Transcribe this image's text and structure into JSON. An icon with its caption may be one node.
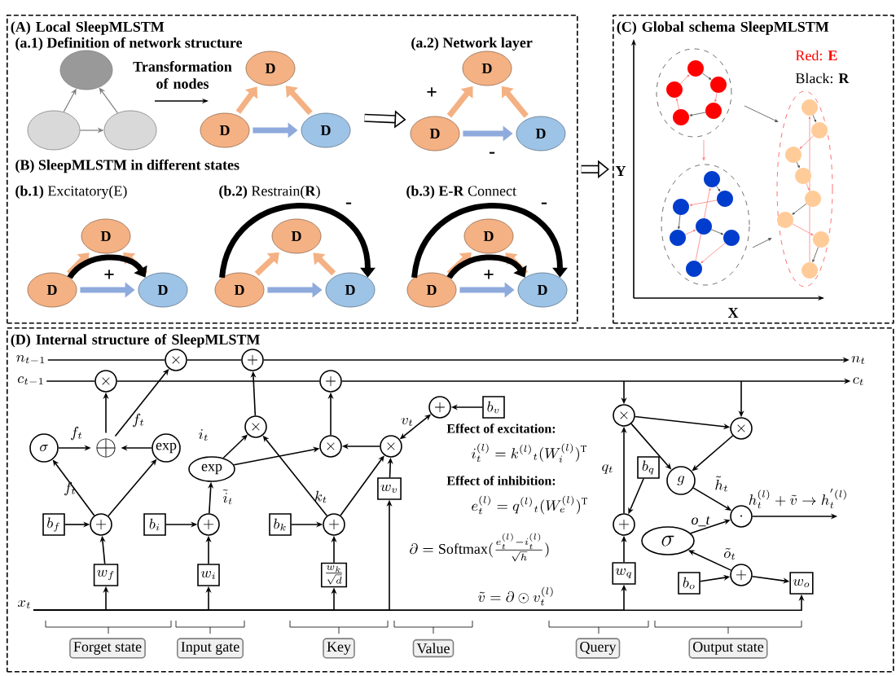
{
  "diagram": {
    "nodes": [
      {
        "text": [
          "(A) Local SleepMLSTM"
        ]
      },
      {
        "text": [],
        "shape": "circle",
        "in": 0
      },
      {
        "text": [],
        "shape": "circle",
        "in": 0
      },
      {
        "text": [],
        "shape": "circle",
        "in": 0
      },
      {
        "text": [
          "D"
        ],
        "in": 0
      },
      {
        "text": [
          "D"
        ],
        "in": 0
      },
      {
        "text": [
          "D"
        ],
        "in": 0
      },
      {
        "text": [
          "D"
        ],
        "in": 0
      },
      {
        "text": [
          "D"
        ],
        "in": 0
      },
      {
        "text": [
          "D"
        ],
        "in": 0
      },
      {
        "text": [
          "D"
        ],
        "in": 0
      },
      {
        "text": [
          "D"
        ],
        "in": 0
      },
      {
        "text": [
          "D"
        ],
        "in": 0
      },
      {
        "text": [
          "D"
        ],
        "in": 0
      },
      {
        "text": [
          "D"
        ],
        "in": 0
      },
      {
        "text": [
          "D"
        ],
        "in": 0
      },
      {
        "text": [
          "D"
        ],
        "in": 0
      },
      {
        "text": [
          "D"
        ],
        "in": 0
      },
      {
        "text": [
          "D"
        ],
        "in": 0
      },
      {
        "text": [
          "(C) Global schema SleepMLSTM"
        ]
      },
      {
        "text": [
          "(D) Internal structure of SleepMLSTM"
        ]
      },
      {
        "text": [
          "n_{t-1}"
        ],
        "in": 20
      },
      {
        "text": [
          "c_{t-1}"
        ],
        "in": 20
      },
      {
        "text": [
          "\\times"
        ],
        "in": 20
      },
      {
        "text": [
          "+"
        ],
        "in": 20
      },
      {
        "text": [
          "\\times"
        ],
        "in": 20
      },
      {
        "text": [
          "+"
        ],
        "in": 20
      },
      {
        "text": [
          "n_t"
        ],
        "in": 20
      },
      {
        "text": [
          "c_t"
        ],
        "in": 20
      },
      {
        "text": [
          "\\sigma"
        ],
        "in": 20
      },
      {
        "text": [
          "\\oplus"
        ],
        "in": 20
      },
      {
        "text": [
          "exp"
        ],
        "in": 20
      },
      {
        "text": [
          "b_f"
        ],
        "in": 20
      },
      {
        "text": [
          "+"
        ],
        "in": 20
      },
      {
        "text": [
          "w_f"
        ],
        "in": 20
      },
      {
        "text": [
          "exp"
        ],
        "in": 20
      },
      {
        "text": [
          "b_i"
        ],
        "in": 20
      },
      {
        "text": [
          "+"
        ],
        "in": 20
      },
      {
        "text": [
          "w_i"
        ],
        "in": 20
      },
      {
        "text": [
          "\\times"
        ],
        "in": 20
      },
      {
        "text": [
          "\\times"
        ],
        "in": 20
      },
      {
        "text": [
          "\\times"
        ],
        "in": 20
      },
      {
        "text": [
          "b_k"
        ],
        "in": 20
      },
      {
        "text": [
          "+"
        ],
        "in": 20
      },
      {
        "text": [
          "\\frac{w_k}{\\sqrt{d}}"
        ],
        "in": 20
      },
      {
        "text": [
          "w_v"
        ],
        "in": 20
      },
      {
        "text": [
          "+"
        ],
        "in": 20
      },
      {
        "text": [
          "b_v"
        ],
        "in": 20
      },
      {
        "text": [
          "\\times"
        ],
        "in": 20
      },
      {
        "text": [
          "b_q"
        ],
        "in": 20
      },
      {
        "text": [
          "+"
        ],
        "in": 20
      },
      {
        "text": [
          "w_q"
        ],
        "in": 20
      },
      {
        "text": [
          "\\times"
        ],
        "in": 20
      },
      {
        "text": [
          "g"
        ],
        "in": 20
      },
      {
        "text": [
          "\\cdot"
        ],
        "in": 20
      },
      {
        "text": [
          "\\sigma"
        ],
        "in": 20
      },
      {
        "text": [
          "+"
        ],
        "in": 20
      },
      {
        "text": [
          "b_o"
        ],
        "in": 20
      },
      {
        "text": [
          "w_o"
        ],
        "in": 20
      },
      {
        "text": [
          "x_t"
        ],
        "in": 20
      },
      {
        "text": [
          "Forget state"
        ],
        "in": 20
      },
      {
        "text": [
          "Input gate"
        ],
        "in": 20
      },
      {
        "text": [
          "Key"
        ],
        "in": 20
      },
      {
        "text": [
          "Value"
        ],
        "in": 20
      },
      {
        "text": [
          "Query"
        ],
        "in": 20
      },
      {
        "text": [
          "Output state"
        ],
        "in": 20
      }
    ],
    "edges": [
      {
        "from": 2,
        "to": 1,
        "arrow": "to",
        "color": "#7f7f7f"
      },
      {
        "from": 3,
        "to": 1,
        "arrow": "to",
        "color": "#7f7f7f"
      },
      {
        "from": 2,
        "to": 3,
        "arrow": "to",
        "color": "#7f7f7f"
      },
      {
        "from": 5,
        "to": 4,
        "arrow": "to",
        "style": "thick",
        "color": "#f4b183"
      },
      {
        "from": 6,
        "to": 4,
        "arrow": "to",
        "style": "thick",
        "color": "#f4b183"
      },
      {
        "from": 5,
        "to": 6,
        "arrow": "to",
        "style": "thick",
        "color": "#8faadc"
      },
      {
        "from": 8,
        "to": 7,
        "arrow": "to",
        "style": "thick",
        "color": "#f4b183",
        "label": "+"
      },
      {
        "from": 9,
        "to": 7,
        "arrow": "to",
        "style": "thick",
        "color": "#f4b183"
      },
      {
        "from": 8,
        "to": 9,
        "arrow": "to",
        "style": "thick",
        "color": "#8faadc",
        "label": "-"
      },
      {
        "from": 11,
        "to": 10,
        "arrow": "to",
        "style": "thick",
        "color": "#f4b183"
      },
      {
        "from": 12,
        "to": 10,
        "arrow": "to",
        "style": "thick",
        "color": "#f4b183"
      },
      {
        "from": 11,
        "to": 12,
        "arrow": "to",
        "style": "thick",
        "color": "#8faadc"
      },
      {
        "from": 11,
        "to": 12,
        "arrow": "to",
        "style": "thick",
        "label": "+"
      },
      {
        "from": 14,
        "to": 13,
        "arrow": "to",
        "style": "thick",
        "color": "#f4b183"
      },
      {
        "from": 15,
        "to": 13,
        "arrow": "to",
        "style": "thick",
        "color": "#f4b183"
      },
      {
        "from": 14,
        "to": 15,
        "arrow": "to",
        "style": "thick",
        "color": "#8faadc"
      },
      {
        "from": 14,
        "to": 15,
        "arrow": "to",
        "style": "thick",
        "label": "-"
      },
      {
        "from": 17,
        "to": 16,
        "arrow": "to",
        "style": "thick",
        "color": "#f4b183"
      },
      {
        "from": 18,
        "to": 16,
        "arrow": "to",
        "style": "thick",
        "color": "#f4b183"
      },
      {
        "from": 17,
        "to": 18,
        "arrow": "to",
        "style": "thick",
        "color": "#8faadc"
      },
      {
        "from": 17,
        "to": 18,
        "arrow": "to",
        "style": "thick",
        "label": "-"
      },
      {
        "from": 17,
        "to": 18,
        "arrow": "to",
        "style": "thick",
        "label": "+"
      },
      {
        "from": 21,
        "to": 23,
        "arrow": "none"
      },
      {
        "from": 23,
        "to": 24,
        "arrow": "none"
      },
      {
        "from": 24,
        "to": 27,
        "arrow": "to"
      },
      {
        "from": 22,
        "to": 25,
        "arrow": "none"
      },
      {
        "from": 25,
        "to": 26,
        "arrow": "none"
      },
      {
        "from": 26,
        "to": 28,
        "arrow": "to"
      },
      {
        "from": 30,
        "to": 25,
        "arrow": "to"
      },
      {
        "from": 30,
        "to": 23,
        "arrow": "to",
        "label": "f_t"
      },
      {
        "from": 29,
        "to": 30,
        "arrow": "to",
        "label": "f_t"
      },
      {
        "from": 31,
        "to": 30,
        "arrow": "to"
      },
      {
        "from": 33,
        "to": 29,
        "arrow": "to",
        "label": "f_t"
      },
      {
        "from": 33,
        "to": 31,
        "arrow": "to"
      },
      {
        "from": 32,
        "to": 33,
        "arrow": "to"
      },
      {
        "from": 34,
        "to": 33,
        "arrow": "to"
      },
      {
        "from": 36,
        "to": 37,
        "arrow": "to"
      },
      {
        "from": 38,
        "to": 37,
        "arrow": "to"
      },
      {
        "from": 37,
        "to": 35,
        "arrow": "to",
        "label": "\\tilde{i}_t"
      },
      {
        "from": 35,
        "to": 39,
        "arrow": "to",
        "label": "i_t"
      },
      {
        "from": 35,
        "to": 40,
        "arrow": "to"
      },
      {
        "from": 39,
        "to": 24,
        "arrow": "to"
      },
      {
        "from": 40,
        "to": 26,
        "arrow": "to"
      },
      {
        "from": 41,
        "to": 40,
        "arrow": "to"
      },
      {
        "from": 43,
        "to": 39,
        "arrow": "to",
        "label": "k_t"
      },
      {
        "from": 43,
        "to": 41,
        "arrow": "to"
      },
      {
        "from": 42,
        "to": 43,
        "arrow": "to"
      },
      {
        "from": 44,
        "to": 43,
        "arrow": "to"
      },
      {
        "from": 45,
        "to": 41,
        "arrow": "to"
      },
      {
        "from": 41,
        "to": 46,
        "arrow": "both",
        "label": "v_t"
      },
      {
        "from": 47,
        "to": 46,
        "arrow": "to"
      },
      {
        "from": 49,
        "to": 50,
        "arrow": "to"
      },
      {
        "from": 51,
        "to": 50,
        "arrow": "to"
      },
      {
        "from": 50,
        "to": 48,
        "arrow": "to",
        "label": "q_t"
      },
      {
        "from": null,
        "to": 48,
        "arrow": "to"
      },
      {
        "from": null,
        "to": 52,
        "arrow": "to"
      },
      {
        "from": 48,
        "to": 52,
        "arrow": "to"
      },
      {
        "from": 48,
        "to": 53,
        "arrow": "to"
      },
      {
        "from": 52,
        "to": 53,
        "arrow": "to"
      },
      {
        "from": 53,
        "to": 54,
        "arrow": "to",
        "label": "\\tilde{h}_t"
      },
      {
        "from": 55,
        "to": 54,
        "arrow": "to",
        "label": "o_t"
      },
      {
        "from": 56,
        "to": 55,
        "arrow": "to",
        "label": "\\tilde{o}_t"
      },
      {
        "from": 57,
        "to": 56,
        "arrow": "to"
      },
      {
        "from": 56,
        "to": 58,
        "arrow": "to"
      },
      {
        "from": 54,
        "to": null,
        "arrow": "to",
        "label": "h_t^{(l)}+\\tilde{v}\\rightarrow h_t^{'(l)}"
      },
      {
        "from": 59,
        "to": 34,
        "arrow": "to"
      },
      {
        "from": 59,
        "to": 38,
        "arrow": "to"
      },
      {
        "from": 59,
        "to": 44,
        "arrow": "to"
      },
      {
        "from": 59,
        "to": 45,
        "arrow": "to"
      },
      {
        "from": 59,
        "to": 51,
        "arrow": "to"
      },
      {
        "from": 59,
        "to": 58,
        "arrow": "to"
      },
      {
        "from": 6,
        "to": 8,
        "arrow": "to",
        "style": "thick"
      },
      {
        "from": 0,
        "to": 19,
        "arrow": "to",
        "style": "thick"
      }
    ],
    "labels": [
      "(a.1)  Definition of network structure",
      "Transformation of nodes",
      "(a.2)  Network layer",
      "(B)  SleepMLSTM in different states",
      "**(b.1)**  Excitatory(E)",
      "**(b.2)**  Restrain(**R**)",
      "**(b.3)  E-R** Connect",
      "Red: **E**",
      "Black: **R**",
      "Y",
      "X",
      "Effect of excitation:",
      "i_t^{(l)}=k^{(l)}{}_t(W_i^{(l)})^{\\mathrm{T}}",
      "Effect of inhibition:",
      "e_t^{(l)}=q^{(l)}{}_t(W_e^{(l)})^{\\mathrm{T}}",
      "\\partial=\\mathrm{Softmax}(\\frac{e_t^{(l)}-i_t^{(l)}}{\\sqrt{h}})",
      "\\tilde{v}=\\partial\\odot v_t^{(l)}"
    ]
  }
}
